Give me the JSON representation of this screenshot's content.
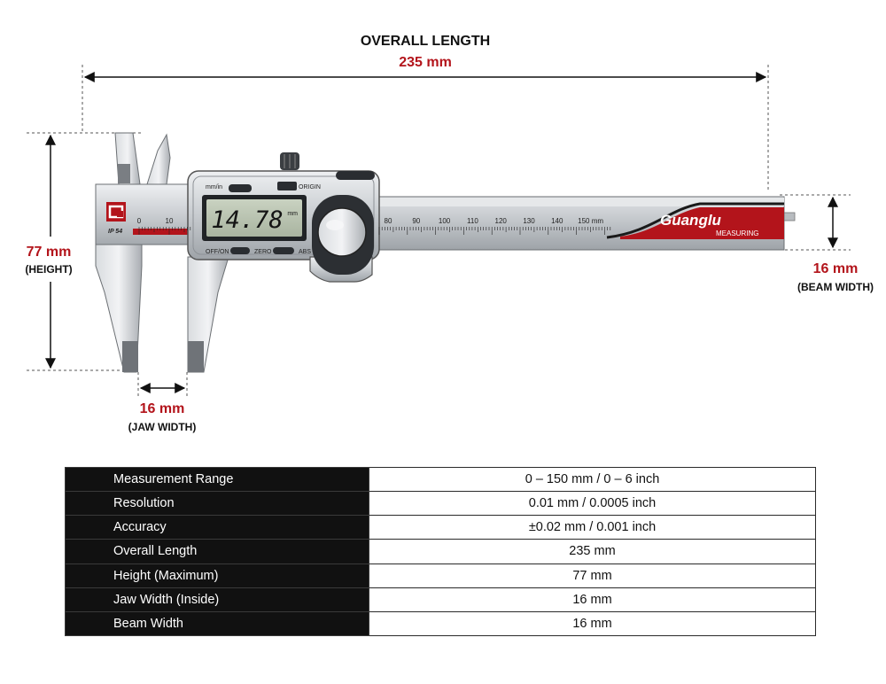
{
  "dimensions": {
    "overall": {
      "title": "OVERALL LENGTH",
      "value": "235 mm"
    },
    "height": {
      "value": "77 mm",
      "label": "(HEIGHT)"
    },
    "beam": {
      "value": "16 mm",
      "label": "(BEAM WIDTH)"
    },
    "jaw": {
      "value": "16 mm",
      "label": "(JAW WIDTH)"
    }
  },
  "caliper": {
    "brand": "Guanglu",
    "brand_sub": "MEASURING",
    "ip_rating": "IP 54",
    "display_value": "14.78",
    "display_unit": "mm",
    "buttons": {
      "unit": "mm/in",
      "origin": "ORIGIN",
      "power": "OFF/ON",
      "zero": "ZERO",
      "abs": "ABS"
    },
    "scale_left": [
      "0",
      "10"
    ],
    "scale_right": [
      "80",
      "90",
      "100",
      "110",
      "120",
      "130",
      "140",
      "150 mm"
    ],
    "colors": {
      "accent": "#b3141b",
      "steel": "#c9ccd0"
    }
  },
  "specs": [
    {
      "label": "Measurement Range",
      "value": "0 – 150 mm / 0 – 6 inch"
    },
    {
      "label": "Resolution",
      "value": "0.01 mm / 0.0005 inch"
    },
    {
      "label": "Accuracy",
      "value": "±0.02 mm / 0.001 inch"
    },
    {
      "label": "Overall Length",
      "value": "235 mm"
    },
    {
      "label": "Height (Maximum)",
      "value": "77 mm"
    },
    {
      "label": "Jaw Width (Inside)",
      "value": "16 mm"
    },
    {
      "label": "Beam Width",
      "value": "16 mm"
    }
  ]
}
